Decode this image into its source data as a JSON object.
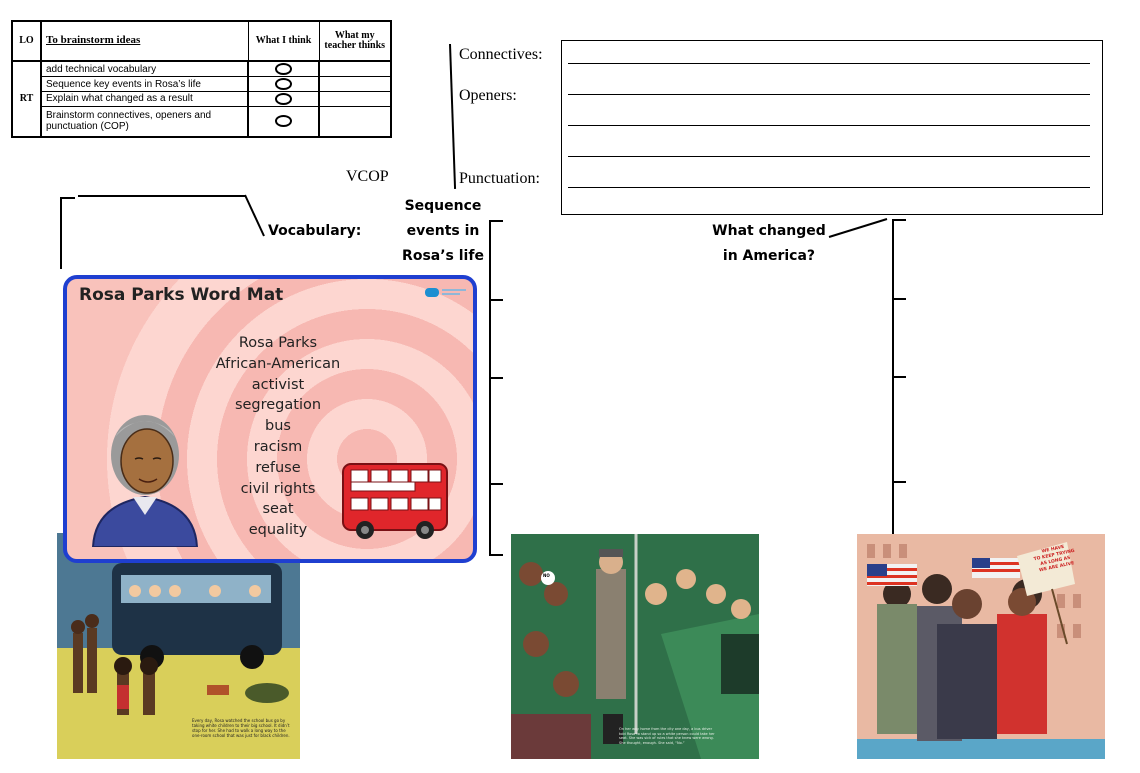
{
  "lo_table": {
    "lo_code": "LO",
    "lo_title": "To brainstorm ideas",
    "col_what_i_think": "What I think",
    "col_teacher": "What my teacher thinks",
    "rt_code": "RT",
    "criteria": [
      "add technical vocabulary",
      "Sequence key events in Rosa’s life",
      "Explain what changed as a result",
      "Brainstorm connectives, openers and punctuation (COP)"
    ]
  },
  "vcop": {
    "heading": "VCOP",
    "connectives": "Connectives:",
    "openers": "Openers:",
    "punctuation": "Punctuation:"
  },
  "labels": {
    "vocabulary": "Vocabulary:",
    "sequence_line1": "Sequence",
    "sequence_line2": "events in",
    "sequence_line3": "Rosa’s life",
    "changed_line1": "What changed",
    "changed_line2": "in America?"
  },
  "word_mat": {
    "title": "Rosa Parks Word Mat",
    "words": [
      "Rosa Parks",
      "African-American",
      "activist",
      "segregation",
      "bus",
      "racism",
      "refuse",
      "civil rights",
      "seat",
      "equality"
    ],
    "colors": {
      "border": "#1f3fd0",
      "background": "#fdd6d0",
      "bus": "#e0262b"
    }
  },
  "pictures": [
    {
      "name": "school-bus-illustration",
      "caption": "Every day, Rosa watched the school bus go by taking white children to their big school. It didn’t stop for her. She had to walk a long way to the one-room school that was just for black children."
    },
    {
      "name": "bus-refusal-illustration",
      "speech": "NO",
      "caption": "On her way home from the city one day, a bus driver told Rosa to stand up so a white person could take her seat. She was sick of rules that she knew were wrong. She thought, enough. She said, “No.”"
    },
    {
      "name": "march-illustration",
      "sign_line1": "WE HAVE",
      "sign_line2": "TO KEEP TRYING",
      "sign_line3": "AS LONG AS",
      "sign_line4": "WE ARE ALIVE"
    }
  ]
}
